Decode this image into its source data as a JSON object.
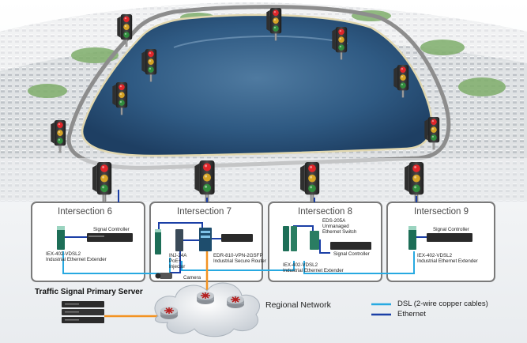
{
  "intersections": [
    {
      "title": "Intersection 6",
      "labels": [
        "Signal Controller",
        "IEX-402-VDSL2",
        "Industrial Ethernet Extender"
      ]
    },
    {
      "title": "Intersection 7",
      "labels": [
        "INJ-24A",
        "PoE+",
        "Injector",
        "EDR-810-VPN-2GSFP",
        "Industrial Secure Router",
        "Camera"
      ]
    },
    {
      "title": "Intersection 8",
      "labels": [
        "EDS-205A",
        "Unmanaged",
        "Ethernet Switch",
        "Signal Controller",
        "IEX-402-VDSL2",
        "Industrial Ethernet Extender"
      ]
    },
    {
      "title": "Intersection 9",
      "labels": [
        "Signal Controller",
        "IEX-402-VDSL2",
        "Industrial Ethernet Extender"
      ]
    }
  ],
  "server_title": "Traffic Signal Primary Server",
  "network_label": "Regional Network",
  "legend": [
    {
      "label": "DSL (2-wire copper cables)",
      "color": "#27a9e1"
    },
    {
      "label": "Ethernet",
      "color": "#1b3fa6"
    }
  ],
  "colors": {
    "dsl": "#27a9e1",
    "ethernet": "#1b3fa6",
    "server_link": "#f39322",
    "water": "#2f5a83",
    "signal_red": "#e0262a",
    "signal_amber": "#f0b521",
    "signal_green": "#2e9a3d"
  }
}
